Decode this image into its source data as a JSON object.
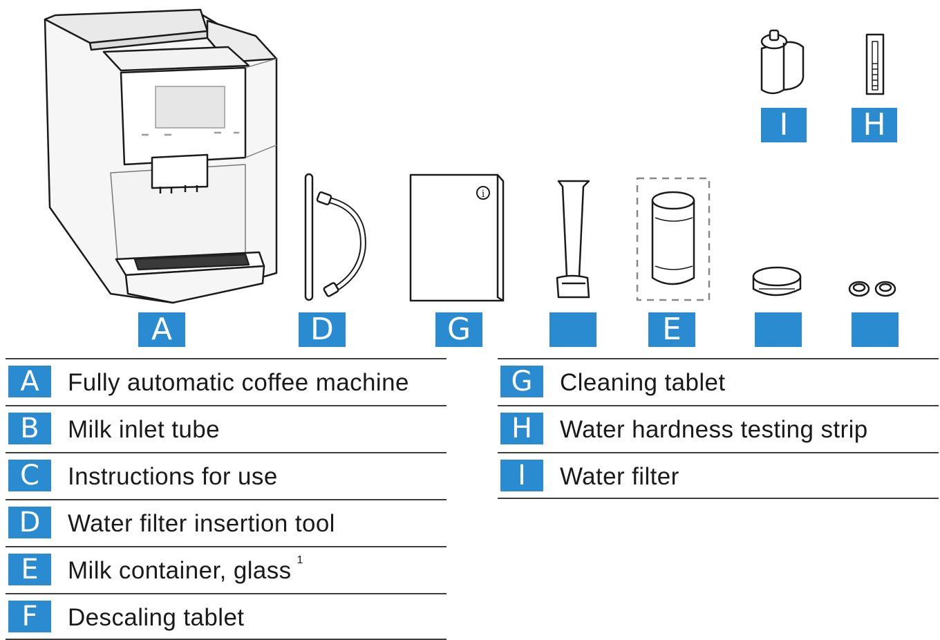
{
  "figure": {
    "labels": {
      "machine": "A",
      "tube": "D",
      "booklet": "G",
      "tool": "",
      "milk_container": "E",
      "descaling": "",
      "tablets": "",
      "filter": "I",
      "strip": "H"
    }
  },
  "legend": {
    "left": [
      {
        "key": "A",
        "text": "Fully automatic coffee machine",
        "note": ""
      },
      {
        "key": "B",
        "text": "Milk inlet tube",
        "note": ""
      },
      {
        "key": "C",
        "text": "Instructions for use",
        "note": ""
      },
      {
        "key": "D",
        "text": "Water filter insertion tool",
        "note": ""
      },
      {
        "key": "E",
        "text": "Milk container, glass",
        "note": "1"
      },
      {
        "key": "F",
        "text": "Descaling tablet",
        "note": ""
      }
    ],
    "right": [
      {
        "key": "G",
        "text": "Cleaning tablet",
        "note": ""
      },
      {
        "key": "H",
        "text": "Water hardness testing strip",
        "note": ""
      },
      {
        "key": "I",
        "text": "Water filter",
        "note": ""
      }
    ]
  },
  "colors": {
    "label_bg": "#2a8bd1",
    "line": "#3c3c3c"
  }
}
